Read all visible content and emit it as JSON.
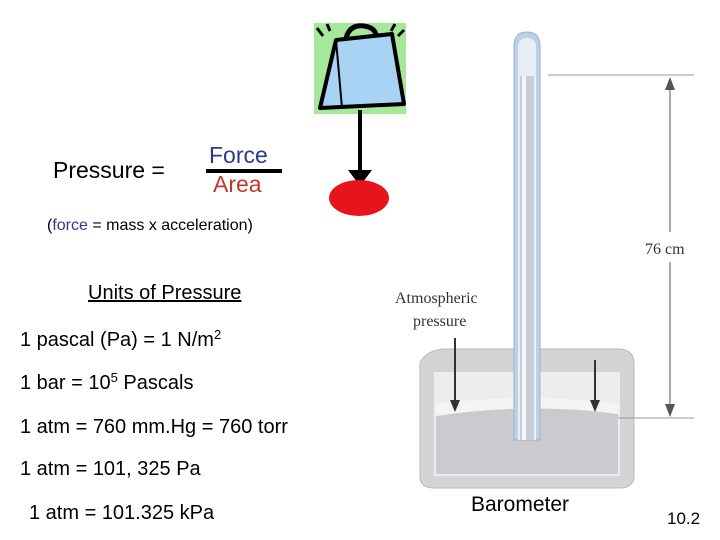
{
  "formula": {
    "label": "Pressure =",
    "numerator": "Force",
    "denominator": "Area"
  },
  "force_note": {
    "open": "(",
    "force_word": "force",
    "rest": " = mass x acceleration)"
  },
  "units": {
    "heading": "Units of Pressure",
    "line1_pre": "1 pascal (Pa) = 1 N/m",
    "line1_sup": "2",
    "line2_pre": "1 bar = 10",
    "line2_sup": "5",
    "line2_post": " Pascals",
    "line3": "1 atm = 760 mm.Hg = 760 torr",
    "line4": "1 atm = 101, 325 Pa",
    "line5": "1 atm = 101.325 kPa"
  },
  "barometer": {
    "label": "Barometer",
    "atmospheric_line1": "Atmospheric",
    "atmospheric_line2": "pressure",
    "height_label": "76 cm"
  },
  "slide_number": "10.2",
  "colors": {
    "weight_fill": "#a9d3f5",
    "weight_background": "#a6e89a",
    "red_area": "#e8141b",
    "force_text": "#2b3a8c",
    "area_text": "#c0392b",
    "tube_glass": "#bcd0e6",
    "mercury": "#d9dde3"
  },
  "icons": [
    "weight-icon",
    "down-arrow-icon",
    "pressure-area-icon"
  ]
}
